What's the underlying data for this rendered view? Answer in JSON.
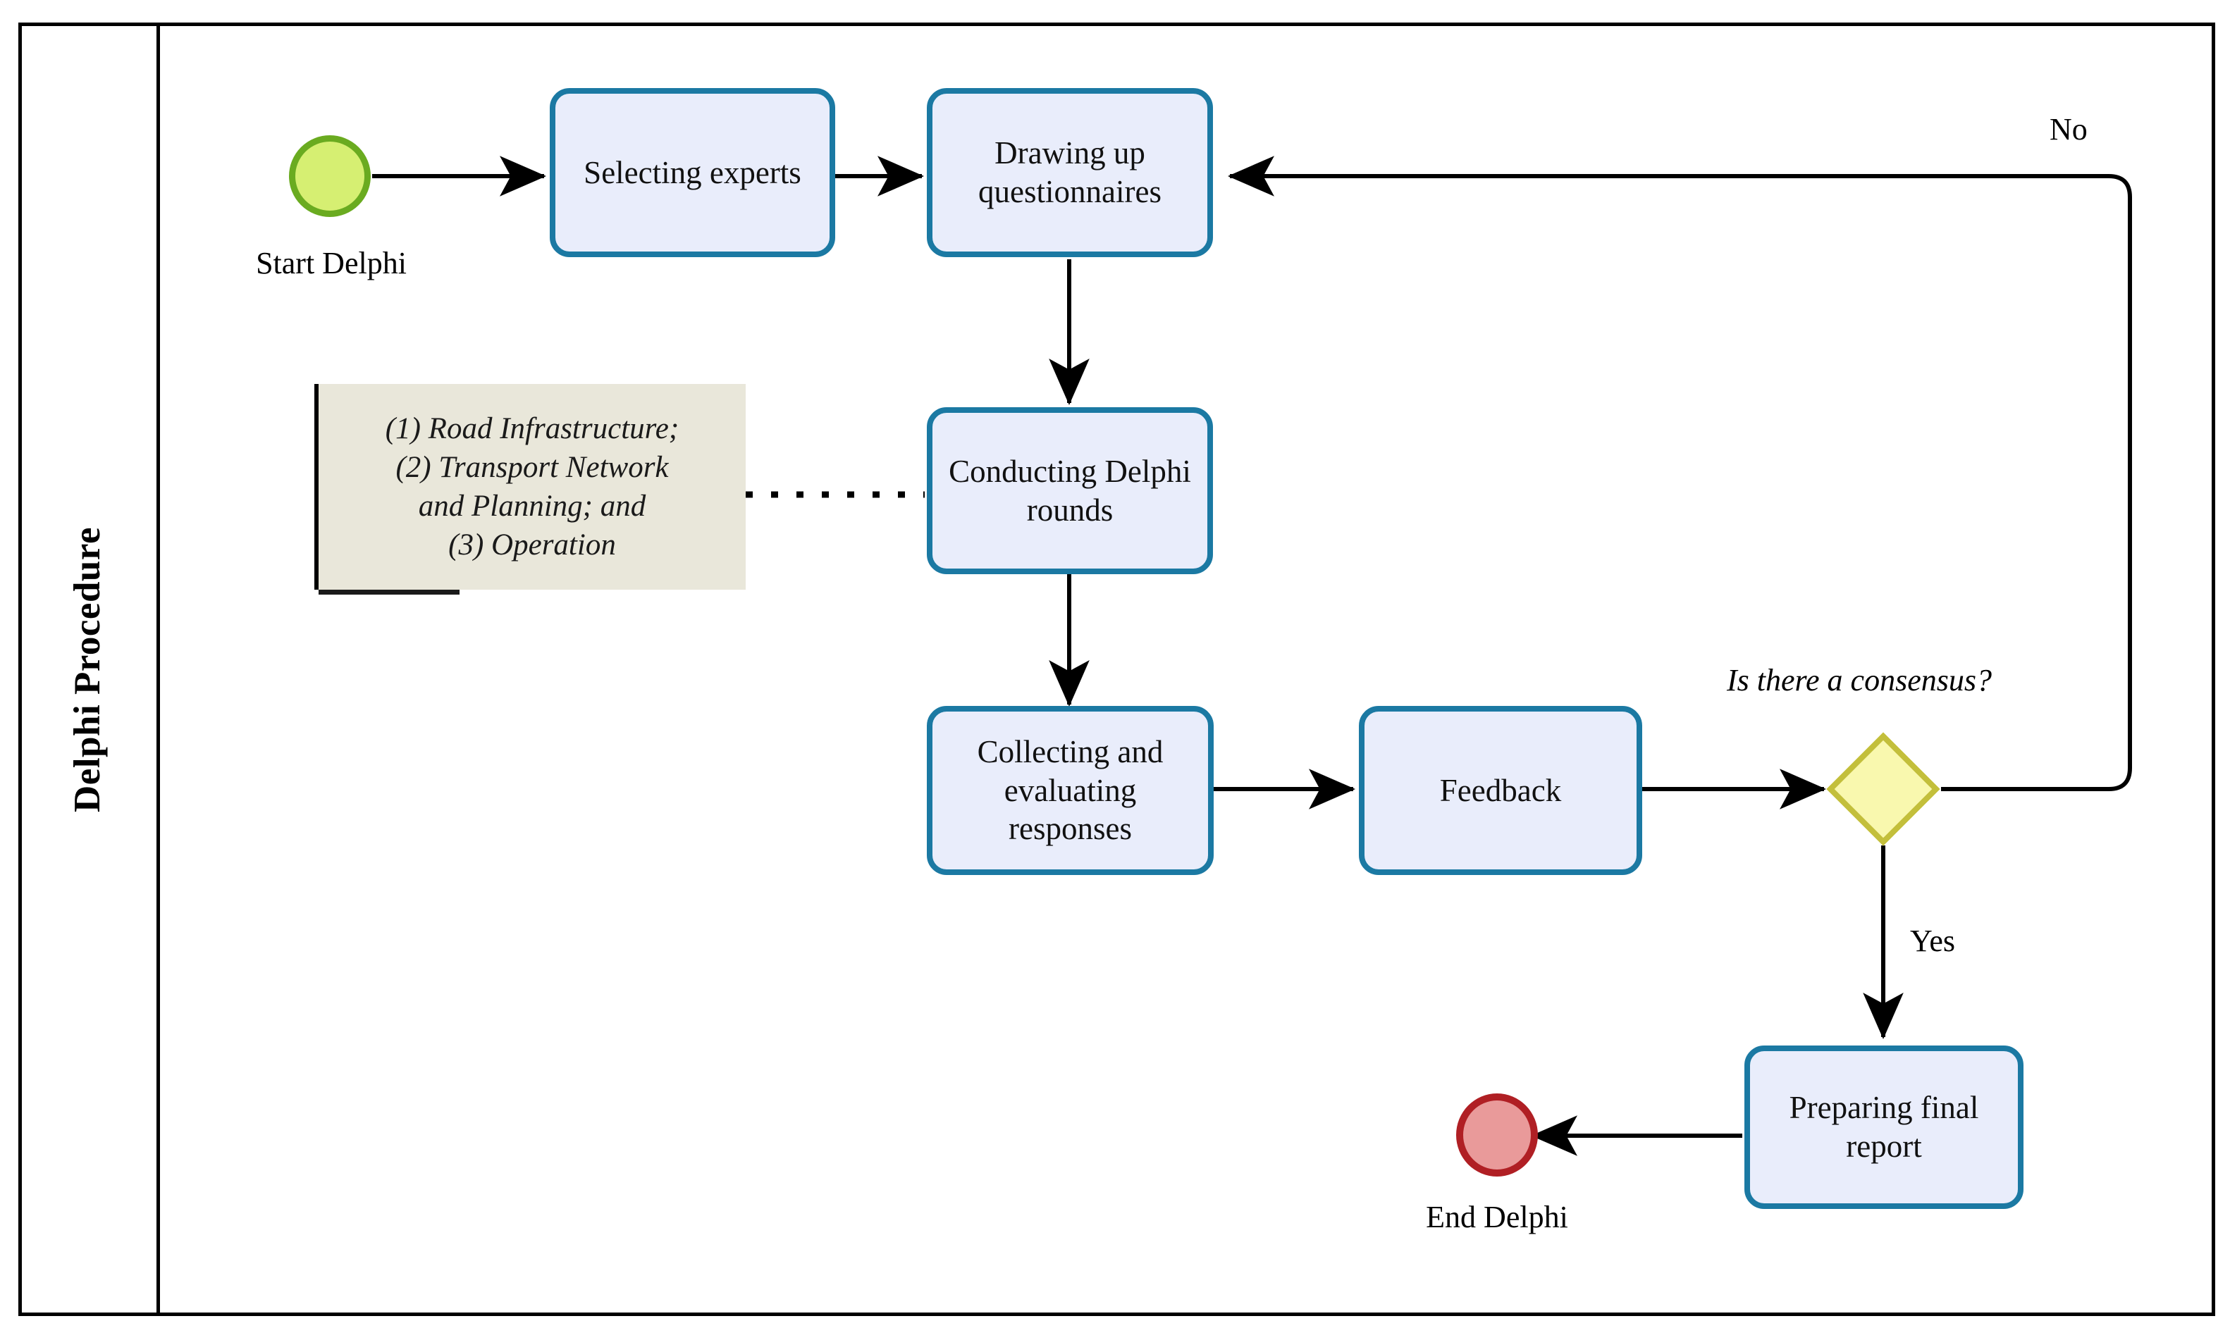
{
  "diagram": {
    "title": "Delphi Procedure",
    "lane_label": "Delphi Procedure",
    "colors": {
      "task_fill": "#e9edfb",
      "task_border": "#1b79a3",
      "start_fill": "#d6ef72",
      "start_border": "#6aab20",
      "end_fill": "#e99a9a",
      "end_border": "#b01f24",
      "gateway_fill": "#f9f8ae",
      "gateway_border": "#c3bf3b",
      "note_fill": "#e9e7da",
      "connector": "#000000",
      "frame": "#000000"
    }
  },
  "nodes": {
    "start": {
      "label": "Start Delphi",
      "type": "start-event"
    },
    "selecting_experts": {
      "label": "Selecting experts",
      "type": "task"
    },
    "drawing_questionnaires": {
      "label": "Drawing up questionnaires",
      "type": "task"
    },
    "conducting_rounds": {
      "label": "Conducting Delphi rounds",
      "type": "task"
    },
    "collecting_responses": {
      "label": "Collecting and evaluating responses",
      "type": "task"
    },
    "feedback": {
      "label": "Feedback",
      "type": "task"
    },
    "consensus_gateway": {
      "label": "Is there a consensus?",
      "type": "exclusive-gateway"
    },
    "preparing_report": {
      "label": "Preparing final report",
      "type": "task"
    },
    "end": {
      "label": "End Delphi",
      "type": "end-event"
    }
  },
  "flows": {
    "yes_label": "Yes",
    "no_label": "No"
  },
  "note": {
    "lines": [
      "(1) Road Infrastructure;",
      "(2) Transport Network",
      "and Planning; and",
      "(3) Operation"
    ],
    "line1": "(1) Road Infrastructure;",
    "line2": "(2) Transport Network",
    "line3": "and Planning; and",
    "line4": "(3) Operation"
  }
}
